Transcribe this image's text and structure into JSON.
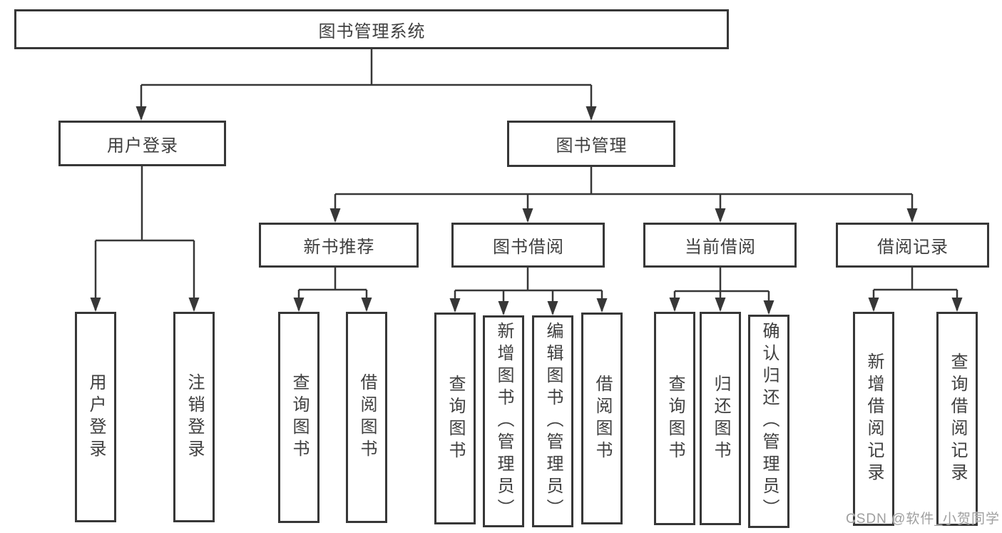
{
  "diagram_type": "hierarchy-tree",
  "colors": {
    "line": "#373737",
    "box_border": "#373737",
    "box_fill": "#ffffff",
    "text": "#3f3f3f",
    "watermark_text": "#9f9f9f",
    "background": "#ffffff"
  },
  "tree": {
    "label": "图书管理系统",
    "children": [
      {
        "label": "用户登录",
        "children": [
          {
            "label": "用户登录"
          },
          {
            "label": "注销登录"
          }
        ]
      },
      {
        "label": "图书管理",
        "children": [
          {
            "label": "新书推荐",
            "children": [
              {
                "label": "查询图书"
              },
              {
                "label": "借阅图书"
              }
            ]
          },
          {
            "label": "图书借阅",
            "children": [
              {
                "label": "查询图书"
              },
              {
                "label": "新增图书（管理员）"
              },
              {
                "label": "编辑图书（管理员）"
              },
              {
                "label": "借阅图书"
              }
            ]
          },
          {
            "label": "当前借阅",
            "children": [
              {
                "label": "查询图书"
              },
              {
                "label": "归还图书"
              },
              {
                "label": "确认归还（管理员）"
              }
            ]
          },
          {
            "label": "借阅记录",
            "children": [
              {
                "label": "新增借阅记录"
              },
              {
                "label": "查询借阅记录"
              }
            ]
          }
        ]
      }
    ]
  },
  "watermark": "CSDN @软件_小贺同学"
}
